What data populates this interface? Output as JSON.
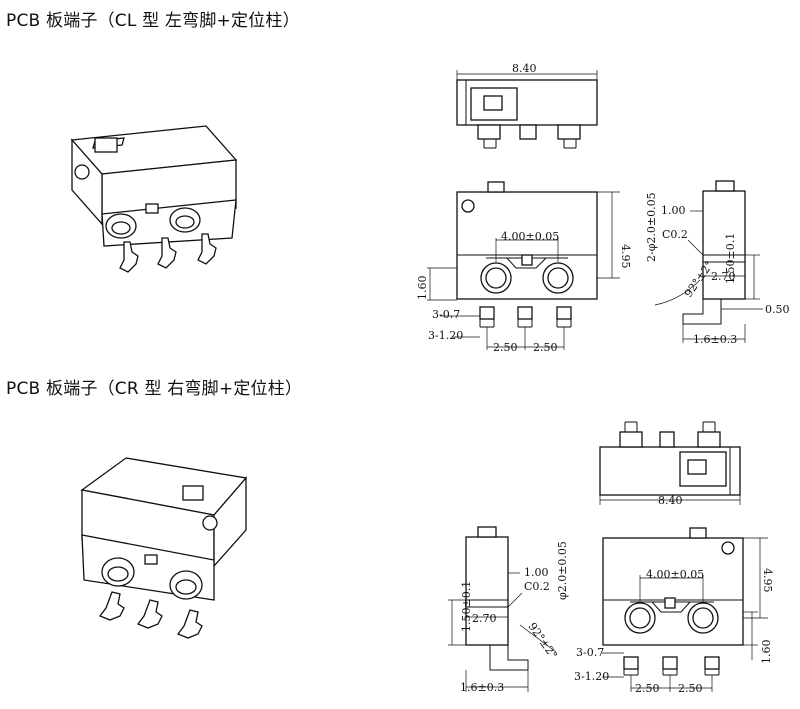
{
  "sections": [
    {
      "title": "PCB 板端子（CL 型 左弯脚+定位柱）",
      "top_view_width": "8.40",
      "pitch_buttons": "4.00±0.05",
      "height": "4.95",
      "base_height": "1.60",
      "pin_width": "3-0.7",
      "pin_length": "3-1.20",
      "pitch_1": "2.50",
      "pitch_2": "2.50",
      "post_diameter": "2-φ2.0±0.05",
      "post_offset": "1.00",
      "chamfer": "C0.2",
      "angle": "92°±2°",
      "side_width": "2.70",
      "side_height": "1.50±0.1",
      "side_thickness": "0.50",
      "bend_length": "1.6±0.3"
    },
    {
      "title": "PCB 板端子（CR 型 右弯脚+定位柱）",
      "top_view_width": "8.40",
      "pitch_buttons": "4.00±0.05",
      "height": "4.95",
      "base_height": "1.60",
      "pin_width": "3-0.7",
      "pin_length": "3-1.20",
      "pitch_1": "2.50",
      "pitch_2": "2.50",
      "post_diameter": "φ2.0±0.05",
      "post_offset": "1.00",
      "chamfer": "C0.2",
      "angle": "92°±2°",
      "side_width": "2.70",
      "side_height": "1.50±0.1",
      "bend_length": "1.6±0.3"
    }
  ]
}
